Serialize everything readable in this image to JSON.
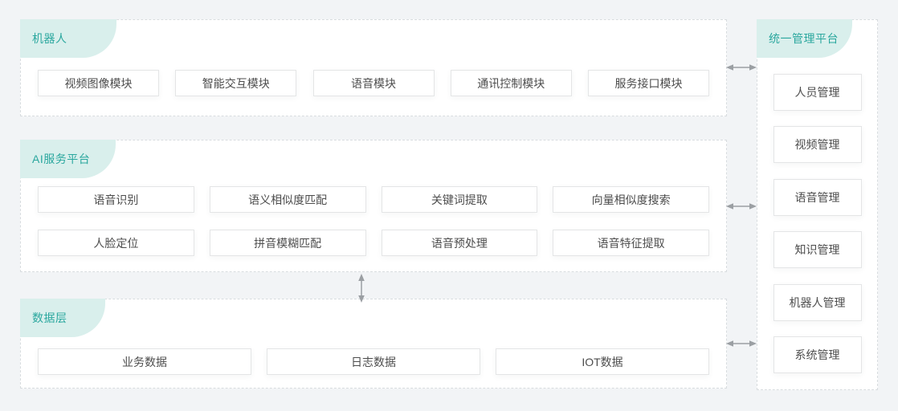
{
  "theme": {
    "page_bg": "#f2f4f6",
    "panel_bg": "#ffffff",
    "panel_border": "#d8dcdf",
    "badge_bg": "#d9efec",
    "badge_text": "#2aa79e",
    "box_border": "#e4e5e6",
    "box_text": "#4d4d4d",
    "arrow": "#9b9fa3"
  },
  "sections": {
    "robot": {
      "title": "机器人",
      "boxes": [
        "视频图像模块",
        "智能交互模块",
        "语音模块",
        "通讯控制模块",
        "服务接口模块"
      ]
    },
    "ai": {
      "title": "AI服务平台",
      "rows": [
        [
          "语音识别",
          "语义相似度匹配",
          "关键词提取",
          "向量相似度搜索"
        ],
        [
          "人脸定位",
          "拼音模糊匹配",
          "语音预处理",
          "语音特征提取"
        ]
      ]
    },
    "data": {
      "title": "数据层",
      "boxes": [
        "业务数据",
        "日志数据",
        "IOT数据"
      ]
    },
    "management": {
      "title": "统一管理平台",
      "boxes": [
        "人员管理",
        "视频管理",
        "语音管理",
        "知识管理",
        "机器人管理",
        "系统管理"
      ]
    }
  }
}
